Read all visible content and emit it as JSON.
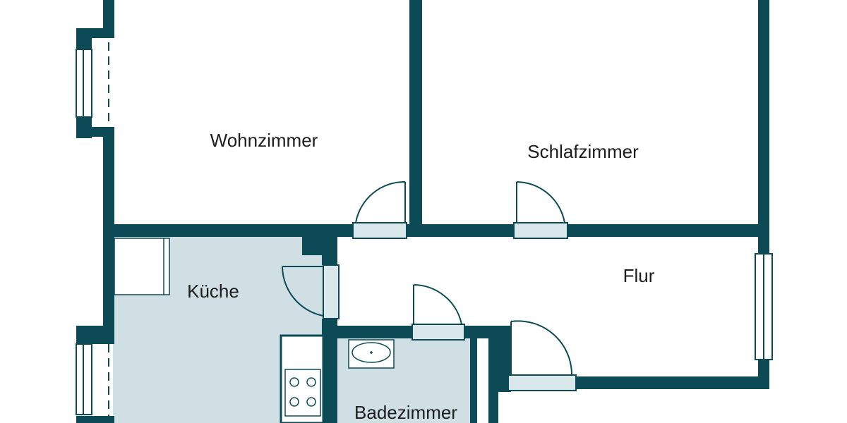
{
  "rooms": {
    "wohnzimmer": "Wohnzimmer",
    "schlafzimmer": "Schlafzimmer",
    "kueche": "Küche",
    "flur": "Flur",
    "badezimmer": "Badezimmer"
  },
  "colors": {
    "wall": "#0c4b56",
    "wet_floor": "#cfdfe3",
    "window": "#dbe8eb",
    "fixture_line": "#0c4b56"
  }
}
